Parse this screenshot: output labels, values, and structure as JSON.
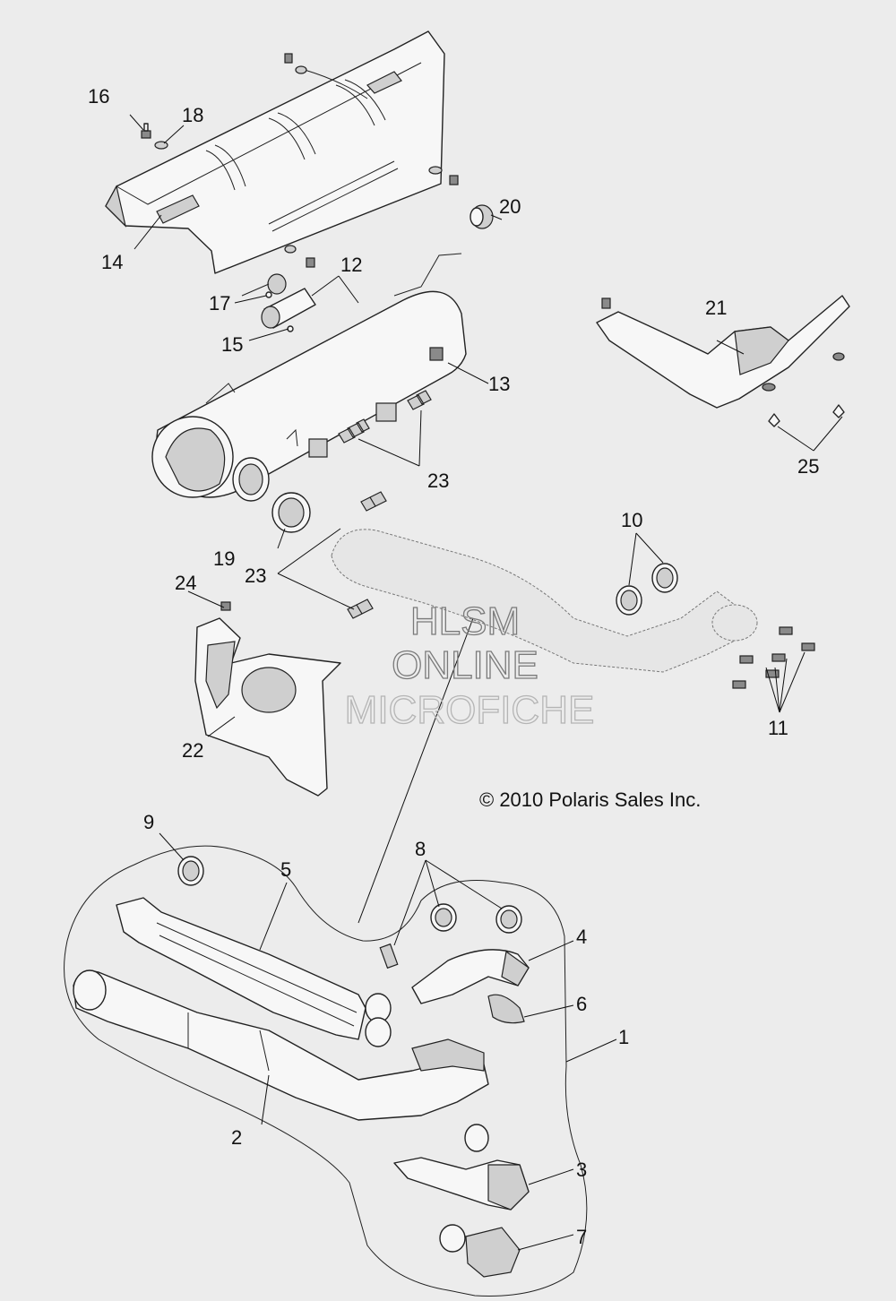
{
  "callouts": [
    "1",
    "2",
    "3",
    "4",
    "5",
    "6",
    "7",
    "8",
    "9",
    "10",
    "11",
    "12",
    "13",
    "14",
    "15",
    "16",
    "17",
    "18",
    "19",
    "20",
    "21",
    "22",
    "23",
    "23",
    "24",
    "25"
  ],
  "watermark": {
    "line1": "HLSM",
    "line2": "ONLINE",
    "line3": "MICROFICHE"
  },
  "copyright": "© 2010 Polaris Sales Inc."
}
